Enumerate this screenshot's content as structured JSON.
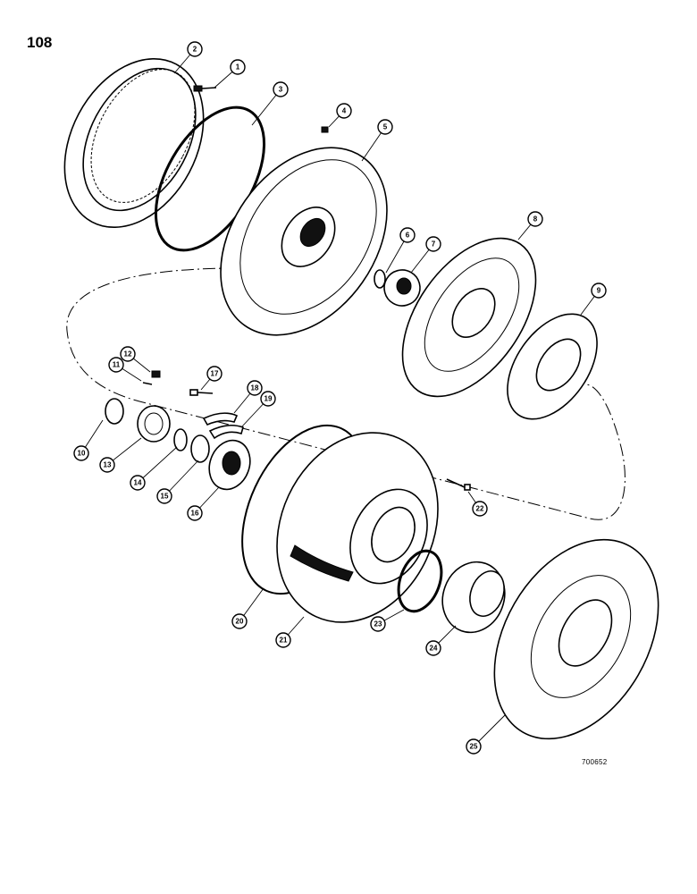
{
  "page_number": "108",
  "drawing_id": "700652",
  "callouts": [
    {
      "label": "1"
    },
    {
      "label": "2"
    },
    {
      "label": "3"
    },
    {
      "label": "4"
    },
    {
      "label": "5"
    },
    {
      "label": "6"
    },
    {
      "label": "7"
    },
    {
      "label": "8"
    },
    {
      "label": "9"
    },
    {
      "label": "10"
    },
    {
      "label": "11"
    },
    {
      "label": "12"
    },
    {
      "label": "13"
    },
    {
      "label": "14"
    },
    {
      "label": "15"
    },
    {
      "label": "16"
    },
    {
      "label": "17"
    },
    {
      "label": "18"
    },
    {
      "label": "19"
    },
    {
      "label": "20"
    },
    {
      "label": "21"
    },
    {
      "label": "22"
    },
    {
      "label": "23"
    },
    {
      "label": "24"
    },
    {
      "label": "25"
    }
  ]
}
